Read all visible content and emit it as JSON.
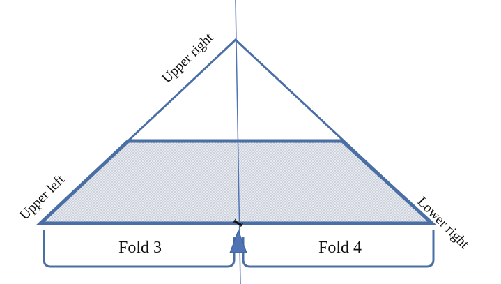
{
  "labels": {
    "upper_right": "Upper right",
    "upper_left": "Upper left",
    "lower_right": "Lower right",
    "fold_3": "Fold 3",
    "fold_4": "Fold 4",
    "center_mark": "I"
  },
  "colors": {
    "outline": "#4a6fa5",
    "trapezoid_fill": "#e4e8ef",
    "stipple": "#8a95a6",
    "axis": "#4f73b3",
    "arrow": "#4f73b3",
    "text": "#111111"
  }
}
